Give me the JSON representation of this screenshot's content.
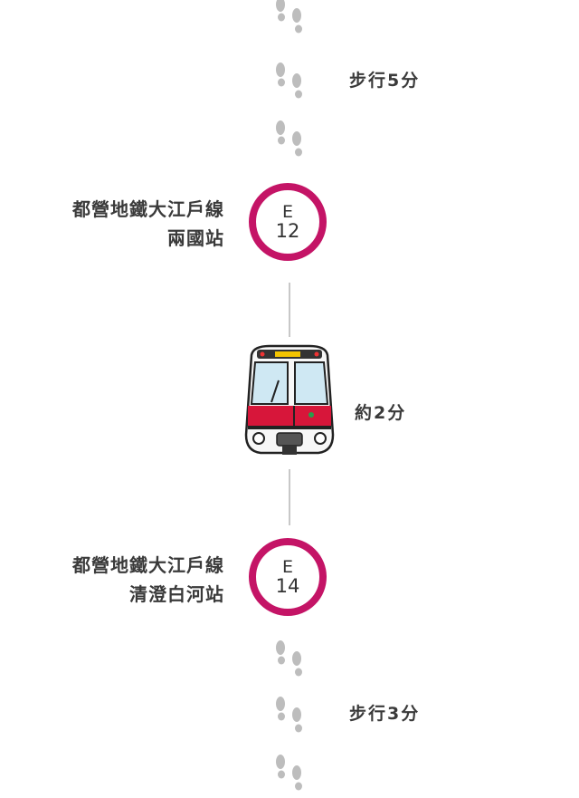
{
  "walk_top": {
    "label": "步行5分",
    "icon": "footprints-icon"
  },
  "station_1": {
    "line_name": "都營地鐵大江戶線",
    "station_name": "兩國站",
    "line_code": "E",
    "station_number": "12"
  },
  "ride": {
    "label": "約2分",
    "icon": "subway-train-icon"
  },
  "station_2": {
    "line_name": "都營地鐵大江戶線",
    "station_name": "清澄白河站",
    "line_code": "E",
    "station_number": "14"
  },
  "walk_bottom": {
    "label": "步行3分",
    "icon": "footprints-icon"
  },
  "colors": {
    "accent": "#c41466",
    "train_red": "#d7163a",
    "footprint": "#bdbdbd",
    "connector": "#c8c8c8"
  }
}
